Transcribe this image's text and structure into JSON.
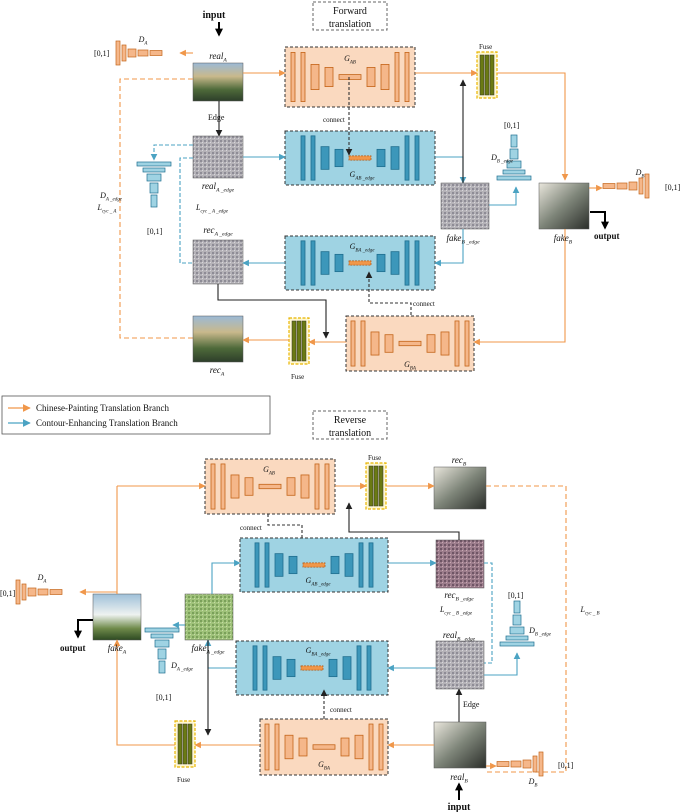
{
  "forward": {
    "title_line1": "Forward",
    "title_line2": "translation",
    "input": "input",
    "output": "output",
    "range_da": "[0,1]",
    "range_da_edge": "[0,1]",
    "range_db_edge": "[0,1]",
    "range_db": "[0,1]",
    "edge": "Edge",
    "connect_top": "connect",
    "connect_bottom": "connect",
    "fuse_top": "Fuse",
    "fuse_bottom": "Fuse",
    "real_a": {
      "main": "real",
      "sub": "A"
    },
    "real_a_edge": {
      "main": "real",
      "sub": "A _edge"
    },
    "rec_a_edge": {
      "main": "rec",
      "sub": "A _edge"
    },
    "rec_a": {
      "main": "rec",
      "sub": "A"
    },
    "fake_b_edge": {
      "main": "fake",
      "sub": "B _edge"
    },
    "fake_b": {
      "main": "fake",
      "sub": "B"
    },
    "g_ab": {
      "main": "G",
      "sub": "AB"
    },
    "g_ab_edge": {
      "main": "G",
      "sub": "AB _edge"
    },
    "g_ba_edge": {
      "main": "G",
      "sub": "BA _edge"
    },
    "g_ba": {
      "main": "G",
      "sub": "BA"
    },
    "d_a": {
      "main": "D",
      "sub": "A"
    },
    "d_a_edge": {
      "main": "D",
      "sub": "A _edge"
    },
    "d_b_edge": {
      "main": "D",
      "sub": "B _edge"
    },
    "d_b": {
      "main": "D",
      "sub": "B"
    },
    "l_cyc_a": {
      "main": "L",
      "sub": "cyc _ A"
    },
    "l_cyc_a_edge": {
      "main": "L",
      "sub": "cyc _ A _edge"
    }
  },
  "legend": {
    "orange": "Chinese-Painting Translation Branch",
    "blue": "Contour-Enhancing Translation Branch"
  },
  "reverse": {
    "title_line1": "Reverse",
    "title_line2": "translation",
    "input": "input",
    "output": "output",
    "range_da": "[0,1]",
    "range_da_edge": "[0,1]",
    "range_db_edge": "[0,1]",
    "range_db": "[0,1]",
    "edge": "Edge",
    "connect_top": "connect",
    "connect_bottom": "connect",
    "fuse_top": "Fuse",
    "fuse_bottom": "Fuse",
    "rec_b": {
      "main": "rec",
      "sub": "B"
    },
    "rec_b_edge": {
      "main": "rec",
      "sub": "B _edge"
    },
    "real_b_edge": {
      "main": "real",
      "sub": "B _edge"
    },
    "real_b": {
      "main": "real",
      "sub": "B"
    },
    "fake_a": {
      "main": "fake",
      "sub": "A"
    },
    "fake_a_edge": {
      "main": "fake",
      "sub": "A _edge"
    },
    "g_ab": {
      "main": "G",
      "sub": "AB"
    },
    "g_ab_edge": {
      "main": "G",
      "sub": "AB _edge"
    },
    "g_ba_edge": {
      "main": "G",
      "sub": "BA _edge"
    },
    "g_ba": {
      "main": "G",
      "sub": "BA"
    },
    "d_a": {
      "main": "D",
      "sub": "A"
    },
    "d_a_edge": {
      "main": "D",
      "sub": "A _edge"
    },
    "d_b_edge": {
      "main": "D",
      "sub": "B _edge"
    },
    "d_b": {
      "main": "D",
      "sub": "B"
    },
    "l_cyc_b_edge": {
      "main": "L",
      "sub": "cyc _ B _edge"
    },
    "l_cyc_b": {
      "main": "L",
      "sub": "cyc _ B"
    }
  },
  "colors": {
    "orange": "#F0974A",
    "orange_fill": "#F5B78A",
    "orange_panel": "#FAD9BF",
    "blue": "#4BA3C3",
    "blue_fill": "#3C97BA",
    "blue_panel": "#9FD3E3",
    "fuse_fill": "#6B7A12",
    "fuse_border": "#E8B400"
  }
}
